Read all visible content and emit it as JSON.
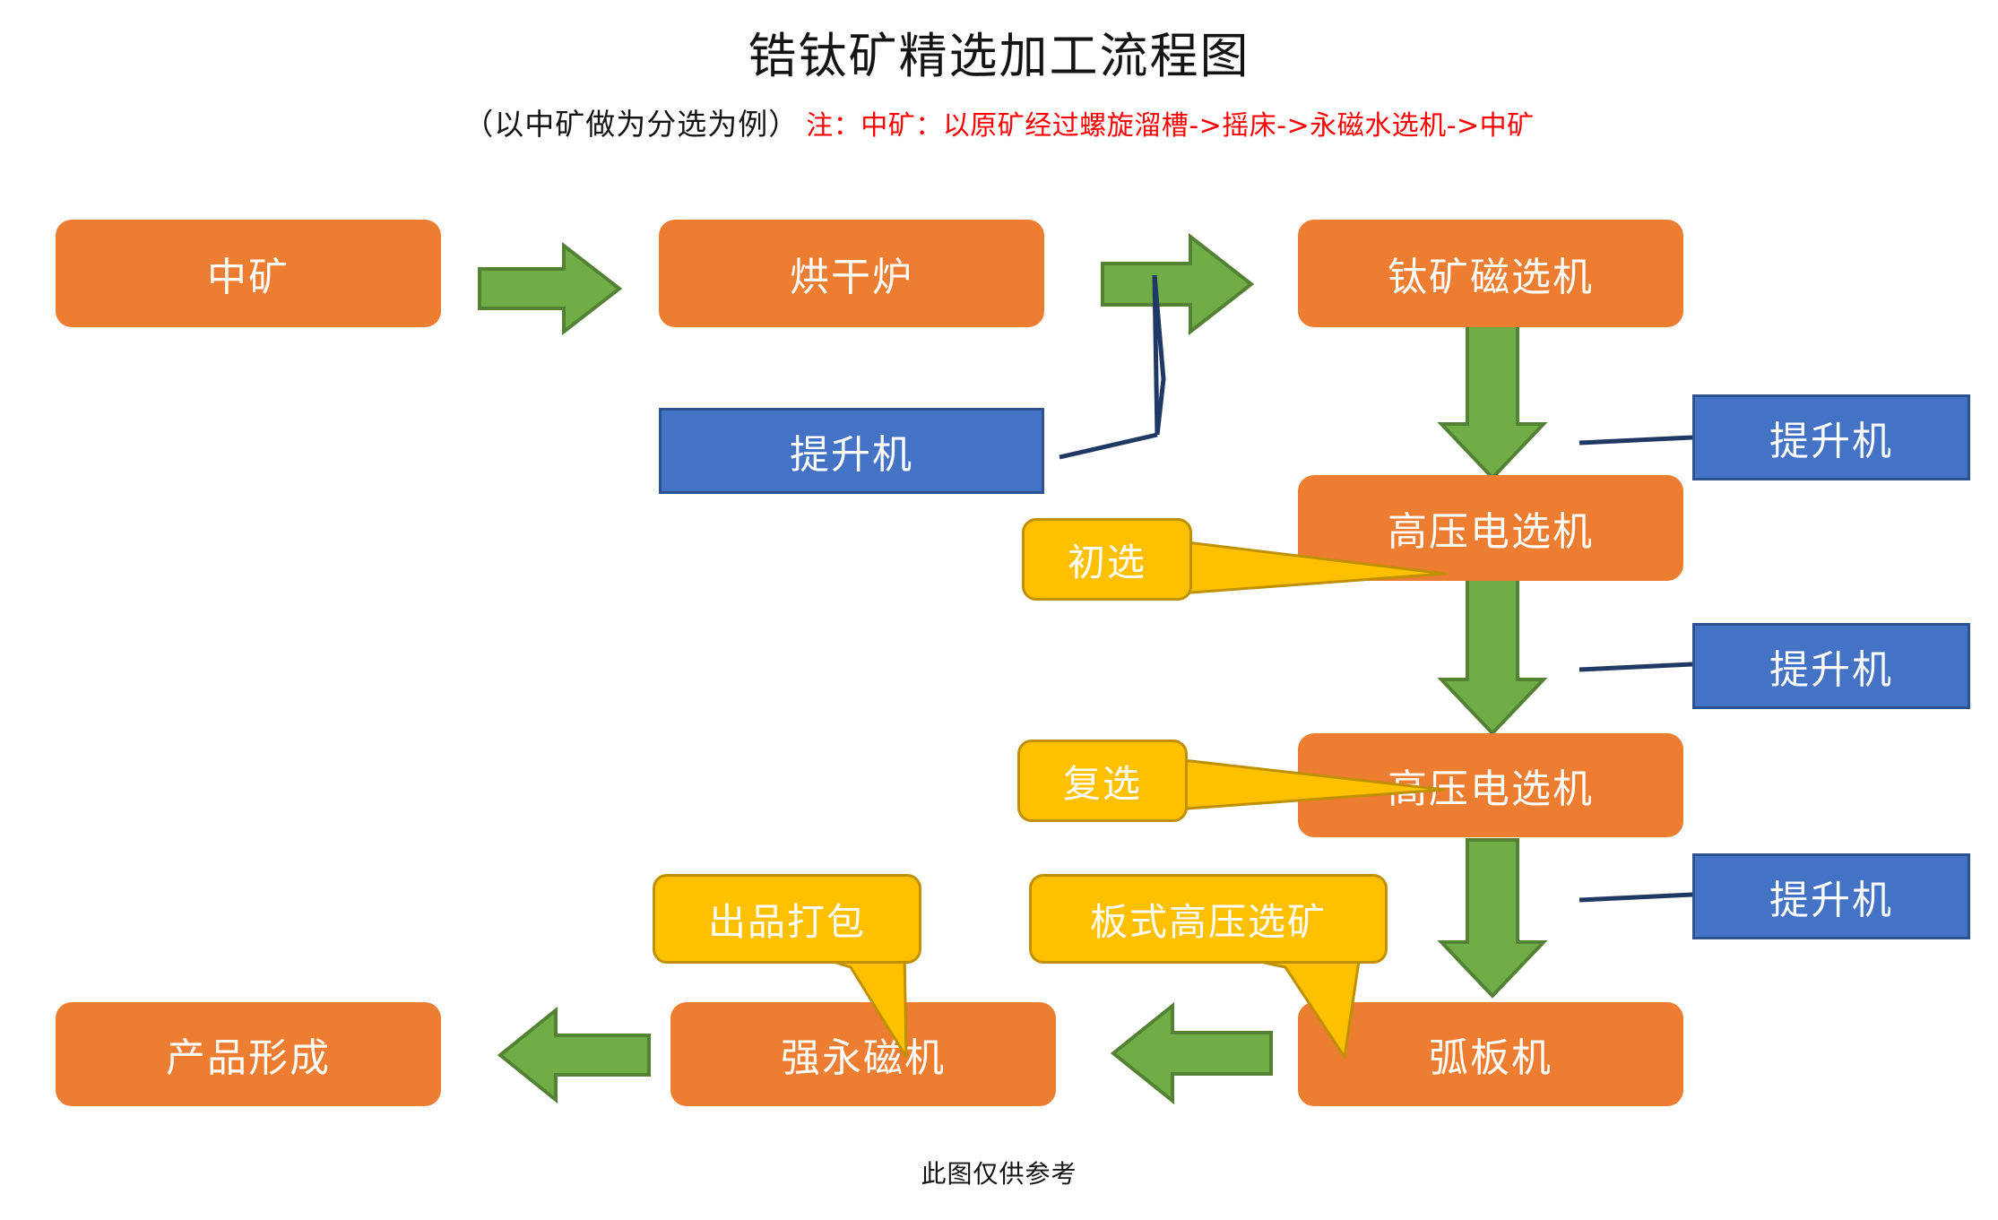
{
  "header": {
    "title": "锆钛矿精选加工流程图",
    "subtitle_black": "（以中矿做为分选为例）",
    "subtitle_red": "注：中矿：以原矿经过螺旋溜槽->摇床->永磁水选机->中矿",
    "footer_note": "此图仅供参考"
  },
  "colors": {
    "process_box": "#ED7D31",
    "lifter_box": "#4472C4",
    "lifter_border": "#2E528F",
    "arrow_fill": "#70AD47",
    "arrow_border": "#548235",
    "callout_fill": "#FFC000",
    "callout_border": "#BF9000",
    "connector_line": "#1F3864",
    "note_red": "#FF0000",
    "text_dark": "#141414",
    "box_text": "#FFFFFF"
  },
  "process_boxes": [
    {
      "id": "zhongkuang",
      "label": "中矿"
    },
    {
      "id": "honggan-lu",
      "label": "烘干炉"
    },
    {
      "id": "taikuang-cixuan",
      "label": "钛矿磁选机"
    },
    {
      "id": "gaoya-dianxuan-1",
      "label": "高压电选机"
    },
    {
      "id": "gaoya-dianxuan-2",
      "label": "高压电选机"
    },
    {
      "id": "huban-ji",
      "label": "弧板机"
    },
    {
      "id": "qiang-yongci-ji",
      "label": "强永磁机"
    },
    {
      "id": "chanpin-xingcheng",
      "label": "产品形成"
    }
  ],
  "lifter_boxes": [
    {
      "id": "lifter-left",
      "label": "提升机"
    },
    {
      "id": "lifter-r1",
      "label": "提升机"
    },
    {
      "id": "lifter-r2",
      "label": "提升机"
    },
    {
      "id": "lifter-r3",
      "label": "提升机"
    }
  ],
  "callouts": [
    {
      "id": "chuxuan",
      "label": "初选"
    },
    {
      "id": "fuxuan",
      "label": "复选"
    },
    {
      "id": "banshi-gaoya",
      "label": "板式高压选矿"
    },
    {
      "id": "chupin-dabao",
      "label": "出品打包"
    }
  ],
  "arrows": [
    {
      "id": "arrow-zhongkuang-to-honggan",
      "direction": "right"
    },
    {
      "id": "arrow-honggan-to-taikuang",
      "direction": "right"
    },
    {
      "id": "arrow-taikuang-to-gaoya1",
      "direction": "down"
    },
    {
      "id": "arrow-gaoya1-to-gaoya2",
      "direction": "down"
    },
    {
      "id": "arrow-gaoya2-to-huban",
      "direction": "down"
    },
    {
      "id": "arrow-huban-to-qiangyongci",
      "direction": "left"
    },
    {
      "id": "arrow-qiangyongci-to-chanpin",
      "direction": "left"
    }
  ],
  "connectors": [
    {
      "id": "connector-lifter-left-elbow"
    },
    {
      "id": "connector-lifter-r1"
    },
    {
      "id": "connector-lifter-r2"
    },
    {
      "id": "connector-lifter-r3"
    }
  ]
}
